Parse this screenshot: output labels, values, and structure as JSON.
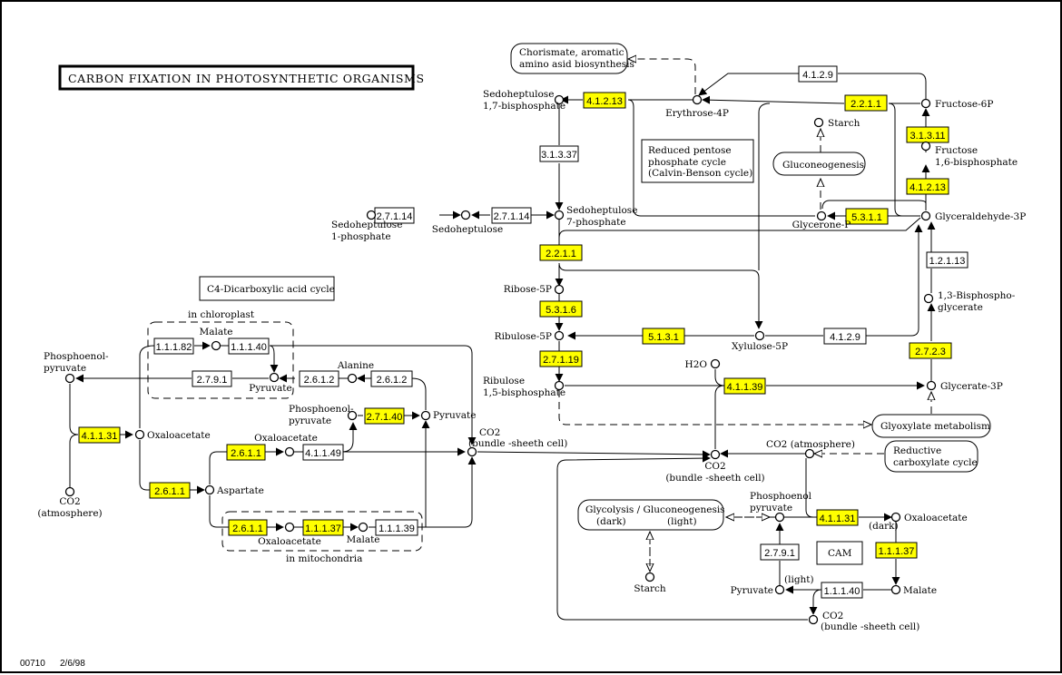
{
  "title": "CARBON FIXATION IN PHOTOSYNTHETIC ORGANISMS",
  "footer": {
    "map_id": "00710",
    "date": "2/6/98"
  },
  "colors": {
    "highlight": "#ffff00",
    "plain": "#ffffff",
    "line": "#000000"
  },
  "labels": {
    "calvin": [
      "Reduced pentose",
      "phosphate cycle",
      "(Calvin-Benson cycle)"
    ],
    "c4": "C4-Dicarboxylic acid cycle",
    "chloroplast": "in chloroplast",
    "mitochondria": "in mitochondria",
    "cam": "CAM",
    "dark1": "(dark)",
    "light1": "(light)"
  },
  "maps": {
    "chorismate": [
      "Chorismate, aromatic",
      "amino asid biosynthesis"
    ],
    "gluconeogenesis": "Gluconeogenesis",
    "glyoxylate": "Glyoxylate metabolism",
    "reductive": [
      "Reductive",
      "carboxylate cycle"
    ],
    "glycolysis": [
      "Glycolysis / Gluconeogenesis",
      "(dark)",
      "(light)"
    ]
  },
  "enzymes": [
    {
      "id": "e1",
      "label": "4.1.2.13",
      "hl": true
    },
    {
      "id": "e2",
      "label": "4.1.2.9",
      "hl": false
    },
    {
      "id": "e3",
      "label": "2.2.1.1",
      "hl": true
    },
    {
      "id": "e4",
      "label": "3.1.3.11",
      "hl": true
    },
    {
      "id": "e5",
      "label": "4.1.2.13",
      "hl": true
    },
    {
      "id": "e6",
      "label": "5.3.1.1",
      "hl": true
    },
    {
      "id": "e7",
      "label": "3.1.3.37",
      "hl": false
    },
    {
      "id": "e8",
      "label": "2.7.1.14",
      "hl": false
    },
    {
      "id": "e9",
      "label": "2.7.1.14",
      "hl": false
    },
    {
      "id": "e10",
      "label": "2.2.1.1",
      "hl": true
    },
    {
      "id": "e11",
      "label": "5.3.1.6",
      "hl": true
    },
    {
      "id": "e12",
      "label": "5.1.3.1",
      "hl": true
    },
    {
      "id": "e13",
      "label": "4.1.2.9",
      "hl": false
    },
    {
      "id": "e14",
      "label": "1.2.1.13",
      "hl": false
    },
    {
      "id": "e15",
      "label": "2.7.2.3",
      "hl": true
    },
    {
      "id": "e16",
      "label": "2.7.1.19",
      "hl": true
    },
    {
      "id": "e17",
      "label": "4.1.1.39",
      "hl": true
    },
    {
      "id": "e18",
      "label": "1.1.1.82",
      "hl": false
    },
    {
      "id": "e19",
      "label": "1.1.1.40",
      "hl": false
    },
    {
      "id": "e20",
      "label": "2.7.9.1",
      "hl": false
    },
    {
      "id": "e21",
      "label": "2.6.1.2",
      "hl": false
    },
    {
      "id": "e22",
      "label": "2.6.1.2",
      "hl": false
    },
    {
      "id": "e23",
      "label": "2.7.1.40",
      "hl": true
    },
    {
      "id": "e24",
      "label": "4.1.1.31",
      "hl": true
    },
    {
      "id": "e25",
      "label": "2.6.1.1",
      "hl": true
    },
    {
      "id": "e26",
      "label": "4.1.1.49",
      "hl": false
    },
    {
      "id": "e27",
      "label": "2.6.1.1",
      "hl": true
    },
    {
      "id": "e28",
      "label": "2.6.1.1",
      "hl": true
    },
    {
      "id": "e29",
      "label": "1.1.1.37",
      "hl": true
    },
    {
      "id": "e30",
      "label": "1.1.1.39",
      "hl": false
    },
    {
      "id": "e31",
      "label": "4.1.1.31",
      "hl": true
    },
    {
      "id": "e32",
      "label": "1.1.1.37",
      "hl": true
    },
    {
      "id": "e33",
      "label": "2.7.9.1",
      "hl": false
    },
    {
      "id": "e34",
      "label": "1.1.1.40",
      "hl": false
    }
  ],
  "compounds": [
    {
      "id": "sbp",
      "label": [
        "Sedoheptulose",
        "1,7-bisphosphate"
      ]
    },
    {
      "id": "e4p",
      "label": [
        "Erythrose-4P"
      ]
    },
    {
      "id": "f6p",
      "label": [
        "Fructose-6P"
      ]
    },
    {
      "id": "fbp",
      "label": [
        "Fructose",
        "1,6-bisphosphate"
      ]
    },
    {
      "id": "starch1",
      "label": [
        "Starch"
      ]
    },
    {
      "id": "dhap",
      "label": [
        "Glycerone-P"
      ]
    },
    {
      "id": "g3p",
      "label": [
        "Glyceraldehyde-3P"
      ]
    },
    {
      "id": "s7p",
      "label": [
        "Sedoheptulose",
        "7-phosphate"
      ]
    },
    {
      "id": "sedo",
      "label": [
        "Sedoheptulose"
      ]
    },
    {
      "id": "s1p",
      "label": [
        "Sedoheptulose",
        "1-phosphate"
      ]
    },
    {
      "id": "r5p",
      "label": [
        "Ribose-5P"
      ]
    },
    {
      "id": "ru5p",
      "label": [
        "Ribulose-5P"
      ]
    },
    {
      "id": "xu5p",
      "label": [
        "Xylulose-5P"
      ]
    },
    {
      "id": "bpg",
      "label": [
        "1,3-Bisphospho-",
        "glycerate"
      ]
    },
    {
      "id": "rubp",
      "label": [
        "Ribulose",
        "1,5-bisphosphate"
      ]
    },
    {
      "id": "h2o",
      "label": [
        "H2O"
      ]
    },
    {
      "id": "pga",
      "label": [
        "Glycerate-3P"
      ]
    },
    {
      "id": "pep1",
      "label": [
        "Phosphoenol-",
        "pyruvate"
      ]
    },
    {
      "id": "mal1",
      "label": [
        "Malate"
      ]
    },
    {
      "id": "pyr1",
      "label": [
        "Pyruvate"
      ]
    },
    {
      "id": "ala",
      "label": [
        "Alanine"
      ]
    },
    {
      "id": "pep2",
      "label": [
        "Phosphoenol-",
        "pyruvate"
      ]
    },
    {
      "id": "pyr2",
      "label": [
        "Pyruvate"
      ]
    },
    {
      "id": "oaa1",
      "label": [
        "Oxaloacetate"
      ]
    },
    {
      "id": "co2atm1",
      "label": [
        "CO2",
        "(atmosphere)"
      ]
    },
    {
      "id": "oaa2",
      "label": [
        "Oxaloacetate"
      ]
    },
    {
      "id": "asp",
      "label": [
        "Aspartate"
      ]
    },
    {
      "id": "oaa3",
      "label": [
        "Oxaloacetate"
      ]
    },
    {
      "id": "mal2",
      "label": [
        "Malate"
      ]
    },
    {
      "id": "co2bs1",
      "label": [
        "CO2",
        "(bundle -sheeth cell)"
      ]
    },
    {
      "id": "co2bs2",
      "label": [
        "CO2",
        "(bundle -sheeth cell)"
      ]
    },
    {
      "id": "co2atm2",
      "label": [
        "CO2 (atmosphere)"
      ]
    },
    {
      "id": "pep3",
      "label": [
        "Phosphoenol",
        "pyruvate"
      ]
    },
    {
      "id": "oaa4",
      "label": [
        "Oxaloacetate"
      ]
    },
    {
      "id": "mal3",
      "label": [
        "Malate"
      ]
    },
    {
      "id": "pyr3",
      "label": [
        "Pyruvate"
      ]
    },
    {
      "id": "co2bs3",
      "label": [
        "CO2",
        "(bundle -sheeth cell)"
      ]
    },
    {
      "id": "starch2",
      "label": [
        "Starch"
      ]
    }
  ]
}
